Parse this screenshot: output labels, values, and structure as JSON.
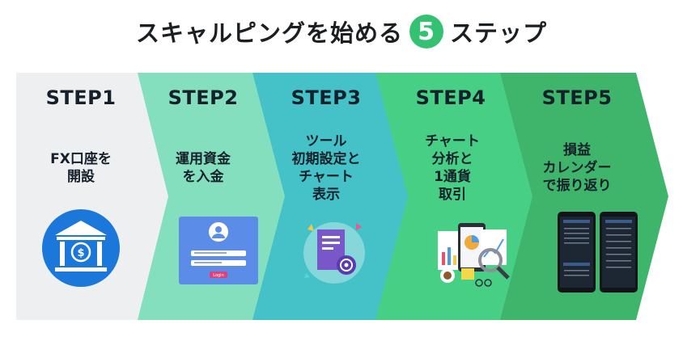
{
  "title": {
    "before": "スキャルピングを始める",
    "number": "5",
    "after": "ステップ"
  },
  "steps": [
    {
      "label": "STEP1",
      "desc": "FX口座を\n開設",
      "icon": "bank-icon",
      "color": "#eeeff1"
    },
    {
      "label": "STEP2",
      "desc": "運用資金\nを入金",
      "icon": "login-screen-icon",
      "color": "#84dfbf"
    },
    {
      "label": "STEP3",
      "desc": "ツール\n初期設定と\nチャート\n表示",
      "icon": "document-gear-icon",
      "color": "#44c2c7"
    },
    {
      "label": "STEP4",
      "desc": "チャート\n分析と\n1通貨\n取引",
      "icon": "chart-analysis-icon",
      "color": "#48cf86"
    },
    {
      "label": "STEP5",
      "desc": "損益\nカレンダー\nで振り返り",
      "icon": "phone-calendar-icon",
      "color": "#3fb56b"
    }
  ],
  "login_button": "Login"
}
